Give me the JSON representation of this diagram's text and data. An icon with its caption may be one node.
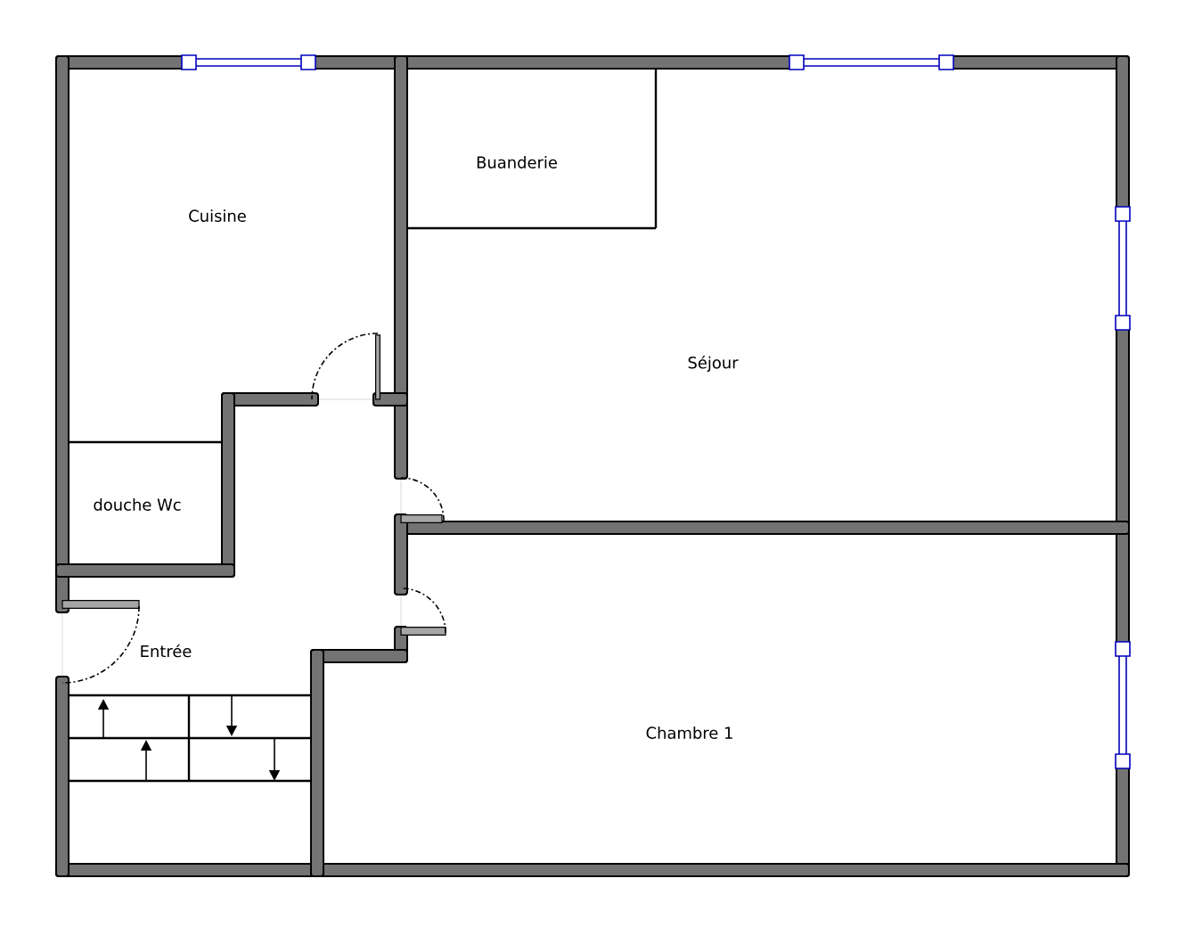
{
  "diagram": {
    "labels": [
      "Buanderie",
      "Cuisine",
      "Séjour",
      "douche Wc",
      "Entrée",
      "Chambre 1"
    ]
  }
}
